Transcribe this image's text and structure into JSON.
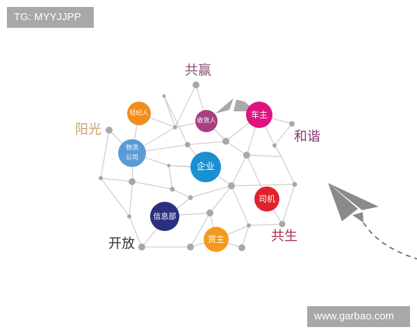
{
  "watermarks": {
    "top_left": "TG: MYYJJPP",
    "bottom_right": "www.garbao.com"
  },
  "diagram": {
    "keywords": [
      {
        "text": "共赢",
        "color": "#8a5577"
      },
      {
        "text": "阳光",
        "color": "#c9a46a"
      },
      {
        "text": "和谐",
        "color": "#8a3a6e"
      },
      {
        "text": "开放",
        "color": "#333333"
      },
      {
        "text": "共生",
        "color": "#a8324a"
      }
    ],
    "nodes": [
      {
        "label": "经纪人",
        "color": "#ef8d1f"
      },
      {
        "label": "收货人",
        "color": "#a8407f"
      },
      {
        "label": "车主",
        "color": "#e0127f"
      },
      {
        "label": "物流",
        "label2": "公司",
        "color": "#5b9bd5"
      },
      {
        "label": "企业",
        "color": "#1a8fd1"
      },
      {
        "label": "司机",
        "color": "#e0222c"
      },
      {
        "label": "信息部",
        "color": "#2a2f7f"
      },
      {
        "label": "货主",
        "color": "#f39a1e"
      }
    ],
    "connector_color": "#c8c8c8",
    "dot_color": "#a8a8a8",
    "plane_icon": "paper-plane-icon"
  }
}
